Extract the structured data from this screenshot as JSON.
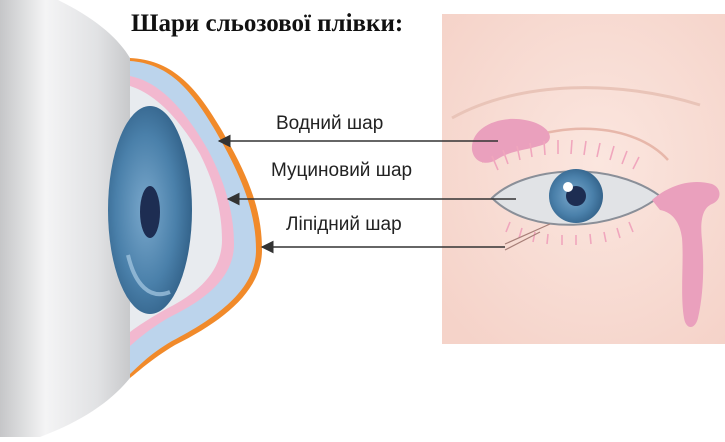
{
  "title": "Шари сльозової плівки:",
  "labels": {
    "aqueous": "Водний шар",
    "mucin": "Муциновий шар",
    "lipid": "Ліпідний шар"
  },
  "colors": {
    "sclera": "#d9dadc",
    "aqueous_layer": "#bcd4ec",
    "mucin_layer": "#f2b8cf",
    "lipid_layer": "#f18a2a",
    "iris": "#4a80aa",
    "pupil": "#1d2d52",
    "skin": "#f8ddd5",
    "lacrimal_gland": "#eaa0bd",
    "arrow": "#333333"
  }
}
